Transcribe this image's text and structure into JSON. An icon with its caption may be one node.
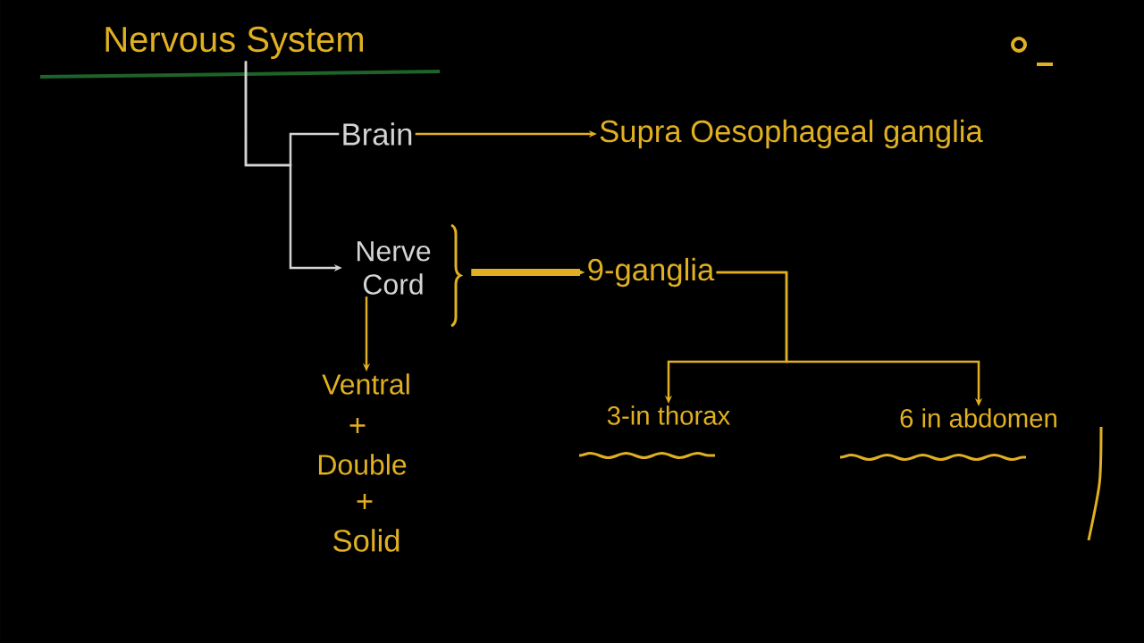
{
  "diagram": {
    "nodes": [
      {
        "text": [
          "Nervous System"
        ]
      },
      {
        "text": [
          "Brain"
        ]
      },
      {
        "text": [
          "Nerve Cord"
        ]
      },
      {
        "text": [
          "Supra Oesophageal ganglia"
        ]
      },
      {
        "text": [
          "9-ganglia"
        ]
      },
      {
        "text": [
          "Ventral"
        ]
      },
      {
        "text": [
          "Double"
        ]
      },
      {
        "text": [
          "Solid"
        ]
      },
      {
        "text": [
          "3-in thorax"
        ]
      },
      {
        "text": [
          "6 in abdomen"
        ]
      }
    ],
    "edges": [
      {
        "from": 0,
        "to": 1,
        "arrow": "none",
        "color": "#d4d4d4"
      },
      {
        "from": 0,
        "to": 2,
        "arrow": "to",
        "color": "#d4d4d4"
      },
      {
        "from": 1,
        "to": 3,
        "arrow": "to"
      },
      {
        "from": 2,
        "to": 4,
        "arrow": "to",
        "style": "thick"
      },
      {
        "from": 2,
        "to": 5,
        "arrow": "to"
      },
      {
        "from": 4,
        "to": 8,
        "arrow": "to"
      },
      {
        "from": 4,
        "to": 9,
        "arrow": "to"
      }
    ],
    "labels": [
      "+",
      "+"
    ]
  }
}
